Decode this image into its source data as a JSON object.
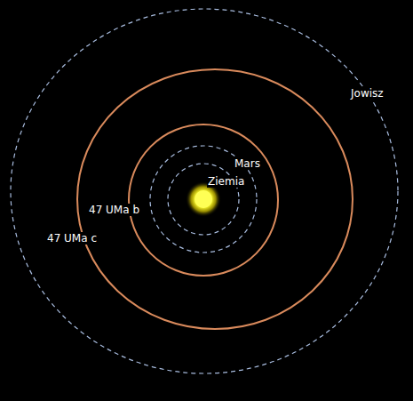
{
  "diagram": {
    "labels": [
      "Jowisz",
      "Mars",
      "Ziemia",
      "47 UMa b",
      "47 UMa c"
    ]
  }
}
